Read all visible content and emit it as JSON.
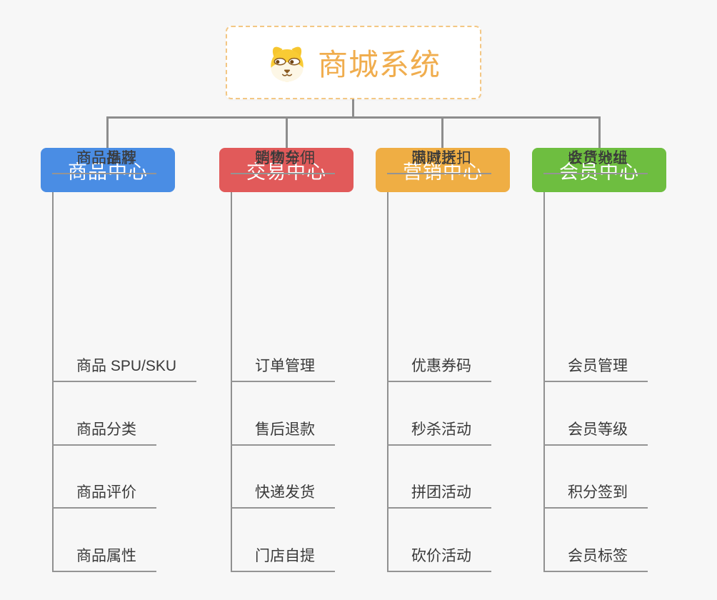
{
  "root": {
    "title": "商城系统",
    "icon": "shiba-dog-icon",
    "title_color": "#f0ad4e",
    "border_color": "#f3c784"
  },
  "background_color": "#f7f7f7",
  "connector_color": "#8d8d8d",
  "item_underline_color": "#949494",
  "branches": [
    {
      "label": "商品中心",
      "color": "#4a8de4",
      "items": [
        "商品 SPU/SKU",
        "商品分类",
        "商品评价",
        "商品属性",
        "商品推荐",
        "商品品牌"
      ]
    },
    {
      "label": "交易中心",
      "color": "#e15a5a",
      "items": [
        "订单管理",
        "售后退款",
        "快递发货",
        "门店自提",
        "购物车",
        "销售分佣"
      ]
    },
    {
      "label": "营销中心",
      "color": "#efae44",
      "items": [
        "优惠券码",
        "秒杀活动",
        "拼团活动",
        "砍价活动",
        "限时折扣",
        "满减送"
      ]
    },
    {
      "label": "会员中心",
      "color": "#6ebe40",
      "items": [
        "会员管理",
        "会员等级",
        "积分签到",
        "会员标签",
        "会员分组",
        "收货地址"
      ]
    }
  ]
}
